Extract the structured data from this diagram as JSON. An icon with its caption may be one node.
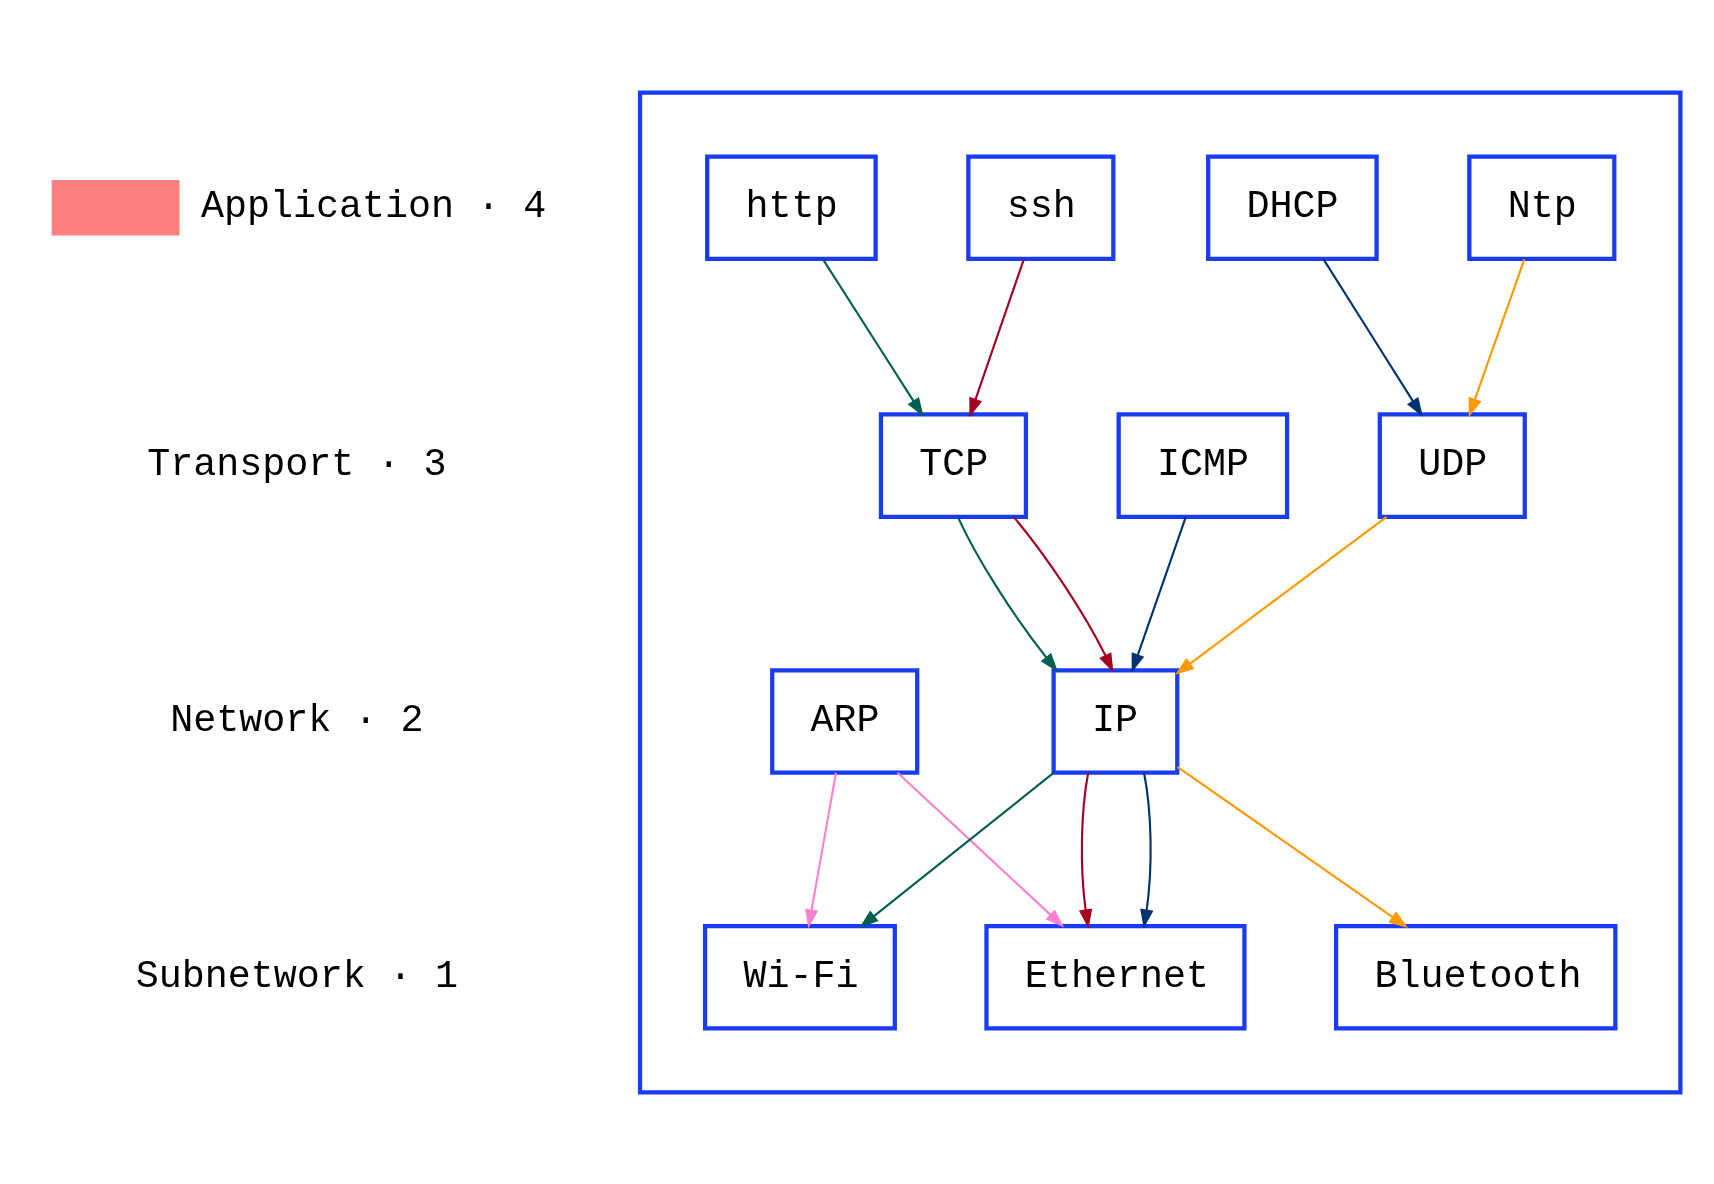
{
  "diagram": {
    "nodes": [
      {
        "text": [],
        "shape": "box"
      },
      {
        "text": [
          "ssh"
        ],
        "in": 0
      },
      {
        "text": [
          "http"
        ],
        "in": 0
      },
      {
        "text": [
          "Ntp"
        ],
        "in": 0
      },
      {
        "text": [
          "DHCP"
        ],
        "in": 0
      },
      {
        "text": [
          "TCP"
        ],
        "in": 0
      },
      {
        "text": [
          "UDP"
        ],
        "in": 0
      },
      {
        "text": [
          "ICMP"
        ],
        "in": 0
      },
      {
        "text": [
          "ARP"
        ],
        "in": 0
      },
      {
        "text": [
          "IP"
        ],
        "in": 0
      },
      {
        "text": [
          "Wi-Fi"
        ],
        "in": 0
      },
      {
        "text": [
          "Ethernet"
        ],
        "in": 0
      },
      {
        "text": [
          "Bluetooth"
        ],
        "in": 0
      }
    ],
    "edges": [
      {
        "from": 1,
        "to": 5,
        "arrow": "to",
        "color": "#a50021"
      },
      {
        "from": 2,
        "to": 5,
        "arrow": "to",
        "color": "#006050"
      },
      {
        "from": 3,
        "to": 6,
        "arrow": "to",
        "color": "#ff9900"
      },
      {
        "from": 4,
        "to": 6,
        "arrow": "to",
        "color": "#003370"
      },
      {
        "from": 5,
        "to": 9,
        "arrow": "to",
        "color": "#006050"
      },
      {
        "from": 5,
        "to": 9,
        "arrow": "to",
        "color": "#a50021"
      },
      {
        "from": 6,
        "to": 9,
        "arrow": "to",
        "color": "#ff9900"
      },
      {
        "from": 7,
        "to": 9,
        "arrow": "to",
        "color": "#003370"
      },
      {
        "from": 8,
        "to": 10,
        "arrow": "to",
        "color": "#ff80d0"
      },
      {
        "from": 8,
        "to": 11,
        "arrow": "to",
        "color": "#ff80d0"
      },
      {
        "from": 9,
        "to": 10,
        "arrow": "to",
        "color": "#006050"
      },
      {
        "from": 9,
        "to": 11,
        "arrow": "to",
        "color": "#a50021"
      },
      {
        "from": 9,
        "to": 11,
        "arrow": "to",
        "color": "#003370"
      },
      {
        "from": 9,
        "to": 12,
        "arrow": "to",
        "color": "#ff9900"
      }
    ],
    "labels": [
      "Transport · 3",
      "Network · 2",
      "Subnetwork · 1"
    ],
    "legend": [
      {
        "text": "Application · 4",
        "color": "#ff7f7f"
      }
    ]
  }
}
